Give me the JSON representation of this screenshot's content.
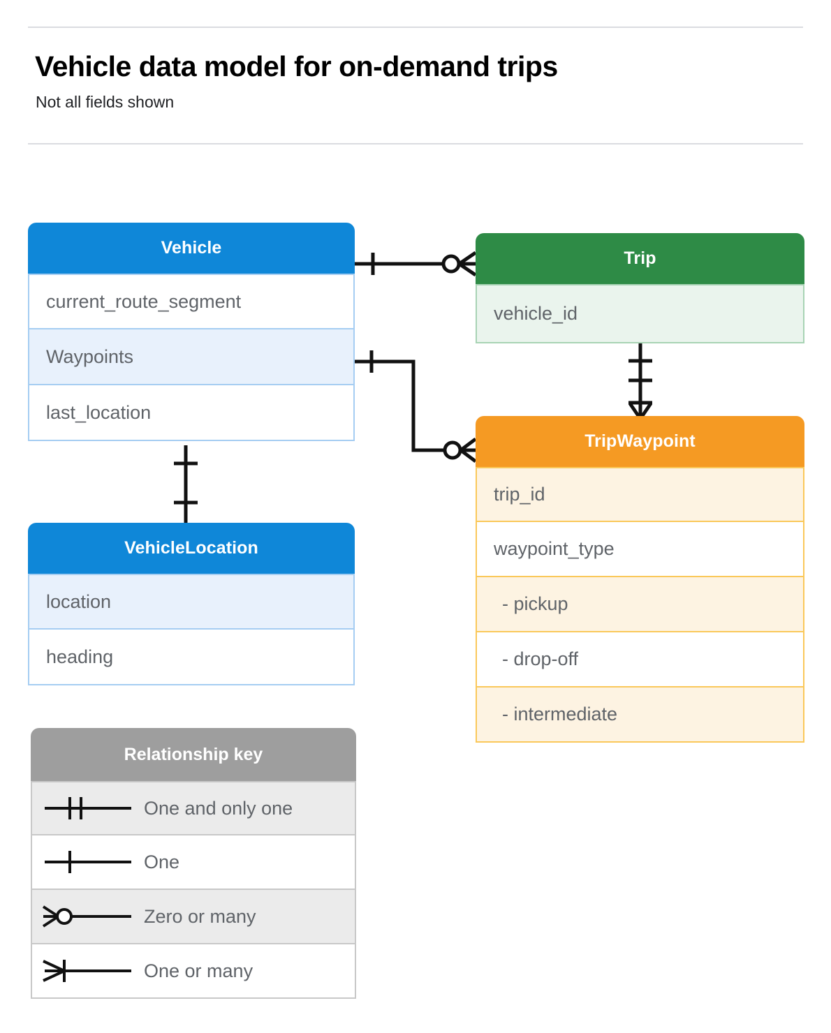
{
  "header": {
    "title": "Vehicle data model for on-demand trips",
    "subtitle": "Not all fields shown"
  },
  "colors": {
    "vehicle": "#0f87d8",
    "vehicle_tint": "#e8f1fc",
    "vehicle_border": "#a5cdf2",
    "trip": "#2e8b46",
    "trip_tint": "#eaf4ed",
    "trip_border": "#a8d3b4",
    "tripwaypoint": "#f59a23",
    "tripwaypoint_tint": "#fdf3e2",
    "tripwaypoint_border": "#fac85a",
    "legend_header": "#9e9e9e",
    "legend_tint": "#ebebeb",
    "text": "#5f6368",
    "rule": "#dadce0",
    "connector": "#000000"
  },
  "entities": [
    {
      "id": "vehicle",
      "name": "Vehicle",
      "fields": [
        {
          "label": "current_route_segment",
          "tint": false
        },
        {
          "label": "Waypoints",
          "tint": true
        },
        {
          "label": "last_location",
          "tint": false
        }
      ]
    },
    {
      "id": "trip",
      "name": "Trip",
      "fields": [
        {
          "label": "vehicle_id",
          "tint": true
        }
      ]
    },
    {
      "id": "tripwaypoint",
      "name": "TripWaypoint",
      "fields": [
        {
          "label": "trip_id",
          "tint": true
        },
        {
          "label": "waypoint_type",
          "tint": false
        },
        {
          "label": "-  pickup",
          "tint": true
        },
        {
          "label": "-  drop-off",
          "tint": false
        },
        {
          "label": "-  intermediate",
          "tint": true
        }
      ]
    },
    {
      "id": "vehiclelocation",
      "name": "VehicleLocation",
      "fields": [
        {
          "label": "location",
          "tint": true
        },
        {
          "label": "heading",
          "tint": false
        }
      ]
    }
  ],
  "legend": {
    "title": "Relationship key",
    "items": [
      {
        "label": "One and only one",
        "notation": "one-and-only-one",
        "tint": true
      },
      {
        "label": "One",
        "notation": "one",
        "tint": false
      },
      {
        "label": "Zero or many",
        "notation": "zero-or-many",
        "tint": true
      },
      {
        "label": "One or many",
        "notation": "one-or-many",
        "tint": false
      }
    ]
  },
  "relationships": [
    {
      "id": "vehicle-to-trip",
      "from": "Vehicle",
      "to": "Trip",
      "from_notation": "one",
      "to_notation": "zero-or-many"
    },
    {
      "id": "vehicle-waypoints-to-tripwaypoint",
      "from": "Vehicle.Waypoints",
      "to": "TripWaypoint",
      "from_notation": "one",
      "to_notation": "zero-or-many"
    },
    {
      "id": "trip-to-tripwaypoint",
      "from": "Trip",
      "to": "TripWaypoint",
      "from_notation": "one-and-only-one",
      "to_notation": "one-or-many"
    },
    {
      "id": "vehicle-to-vehiclelocation",
      "from": "Vehicle",
      "to": "VehicleLocation",
      "from_notation": "one",
      "to_notation": "one"
    }
  ]
}
